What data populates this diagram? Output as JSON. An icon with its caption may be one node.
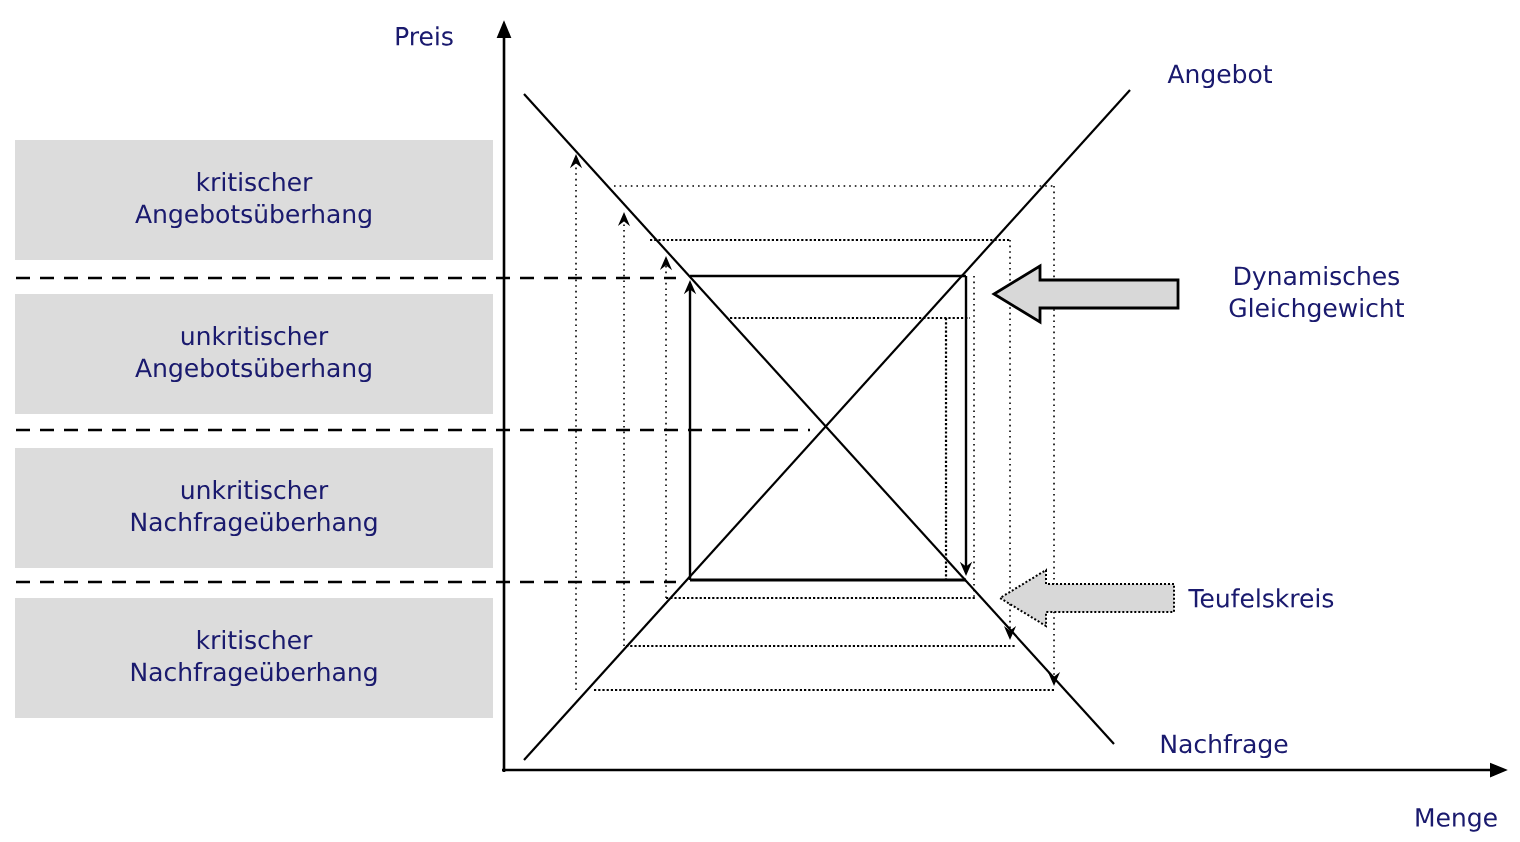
{
  "diagram": {
    "nodes": [
      {
        "text": [
          "kritischer Angebotsüberhang"
        ]
      },
      {
        "text": [
          "unkritischer Angebotsüberhang"
        ]
      },
      {
        "text": [
          "unkritischer Nachfrageüberhang"
        ]
      },
      {
        "text": [
          "kritischer Nachfrageüberhang"
        ]
      },
      {
        "text": [
          "Dynamisches Gleichgewicht"
        ]
      },
      {
        "text": [
          "Teufelskreis"
        ]
      }
    ],
    "edges": [
      {
        "from": 4,
        "to": null,
        "arrow": "to"
      },
      {
        "from": 5,
        "to": null,
        "arrow": "to",
        "style": "dashed"
      }
    ],
    "labels": [
      "Preis",
      "Angebot",
      "Nachfrage",
      "Menge"
    ]
  }
}
